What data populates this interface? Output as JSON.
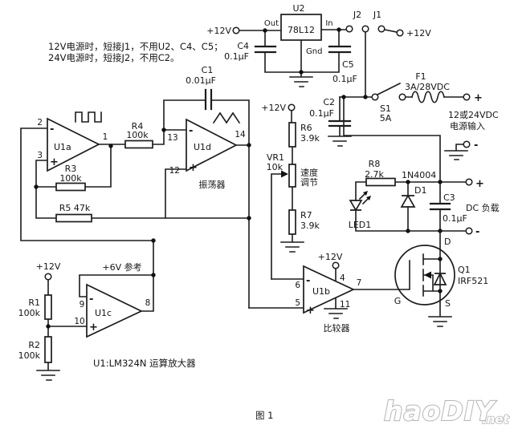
{
  "labels": {
    "note1": "12V电源时，短接J1，不用U2、C4、C5；",
    "note2": "24V电源时，短接J2，不用C2。",
    "u1_note": "U1:LM324N 运算放大器",
    "figure": "图 1"
  },
  "sym": {
    "plus": "+",
    "minus": "-"
  },
  "watermark": {
    "main": "haoDIY",
    "suffix": ".net"
  },
  "power": {
    "rail": "+12V",
    "plus": "+",
    "minus": "-",
    "regulator": {
      "ref": "U2",
      "part": "78L12",
      "pin_out": "Out",
      "pin_in": "In",
      "pin_gnd": "Gnd"
    },
    "c4": {
      "ref": "C4",
      "value": "0.1µF"
    },
    "c5": {
      "ref": "C5",
      "value": "0.1µF"
    },
    "c2": {
      "ref": "C2",
      "value": "0.1µF"
    },
    "j1": "J1",
    "j2": "J2",
    "fuse": {
      "ref": "F1",
      "value": "3A/28VDC"
    },
    "switch": {
      "ref": "S1",
      "value": "5A"
    },
    "input_line1": "12或24VDC",
    "input_line2": "电源输入"
  },
  "oscillator": {
    "caption": "振荡器",
    "u1a": {
      "ref": "U1a",
      "pin_out": "1",
      "pin_inv": "2",
      "pin_non": "3"
    },
    "u1d": {
      "ref": "U1d",
      "pin_out": "14",
      "pin_inv": "13",
      "pin_non": "12"
    },
    "r3": {
      "ref": "R3",
      "value": "100k"
    },
    "r4": {
      "ref": "R4",
      "value": "100k"
    },
    "r5_label": "R5 47k",
    "c1": {
      "ref": "C1",
      "value": "0.01µF"
    }
  },
  "speed": {
    "r6": {
      "ref": "R6",
      "value": "3.9k"
    },
    "r7": {
      "ref": "R7",
      "value": "3.9k"
    },
    "vr1": {
      "ref": "VR1",
      "value": "10k",
      "cap1": "速度",
      "cap2": "调节"
    }
  },
  "reference": {
    "caption": "+6V 参考",
    "u1c": {
      "ref": "U1c",
      "pin_out": "8",
      "pin_inv": "9",
      "pin_non": "10"
    },
    "r1": {
      "ref": "R1",
      "value": "100k"
    },
    "r2": {
      "ref": "R2",
      "value": "100k"
    }
  },
  "comparator": {
    "caption": "比较器",
    "u1b": {
      "ref": "U1b",
      "pin_out": "7",
      "pin_inv": "6",
      "pin_non": "5",
      "pin_vcc": "4",
      "pin_gnd": "11"
    }
  },
  "output": {
    "plus": "+",
    "minus": "-",
    "load": "DC 负载",
    "r8": {
      "ref": "R8",
      "value": "2.7k"
    },
    "d1": {
      "ref": "D1",
      "part": "1N4004"
    },
    "led": "LED1",
    "c3": {
      "ref": "C3",
      "value": "0.1µF"
    },
    "q1": {
      "ref": "Q1",
      "part": "IRF521",
      "pin_d": "D",
      "pin_g": "G",
      "pin_s": "S"
    }
  }
}
